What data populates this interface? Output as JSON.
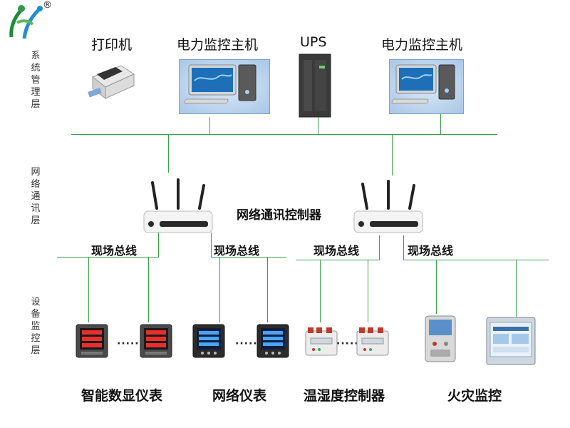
{
  "logo": {
    "mark": "®"
  },
  "layers": {
    "system": "系统管理层",
    "network": "网络通讯层",
    "device": "设备监控层"
  },
  "system_devices": {
    "printer": "打印机",
    "host1": "电力监控主机",
    "ups": "UPS",
    "host2": "电力监控主机"
  },
  "controller_label": "网络通讯控制器",
  "bus_labels": [
    "现场总线",
    "现场总线",
    "现场总线",
    "现场总线"
  ],
  "ellipsis": [
    "·····",
    "·····",
    "·····"
  ],
  "device_groups": {
    "smart_meter": "智能数显仪表",
    "network_meter": "网络仪表",
    "thc": "温湿度控制器",
    "fire": "火灾监控"
  },
  "colors": {
    "line": "#3aa04a",
    "screen": "#1e6fb8",
    "panel": "#3a3a3a"
  }
}
